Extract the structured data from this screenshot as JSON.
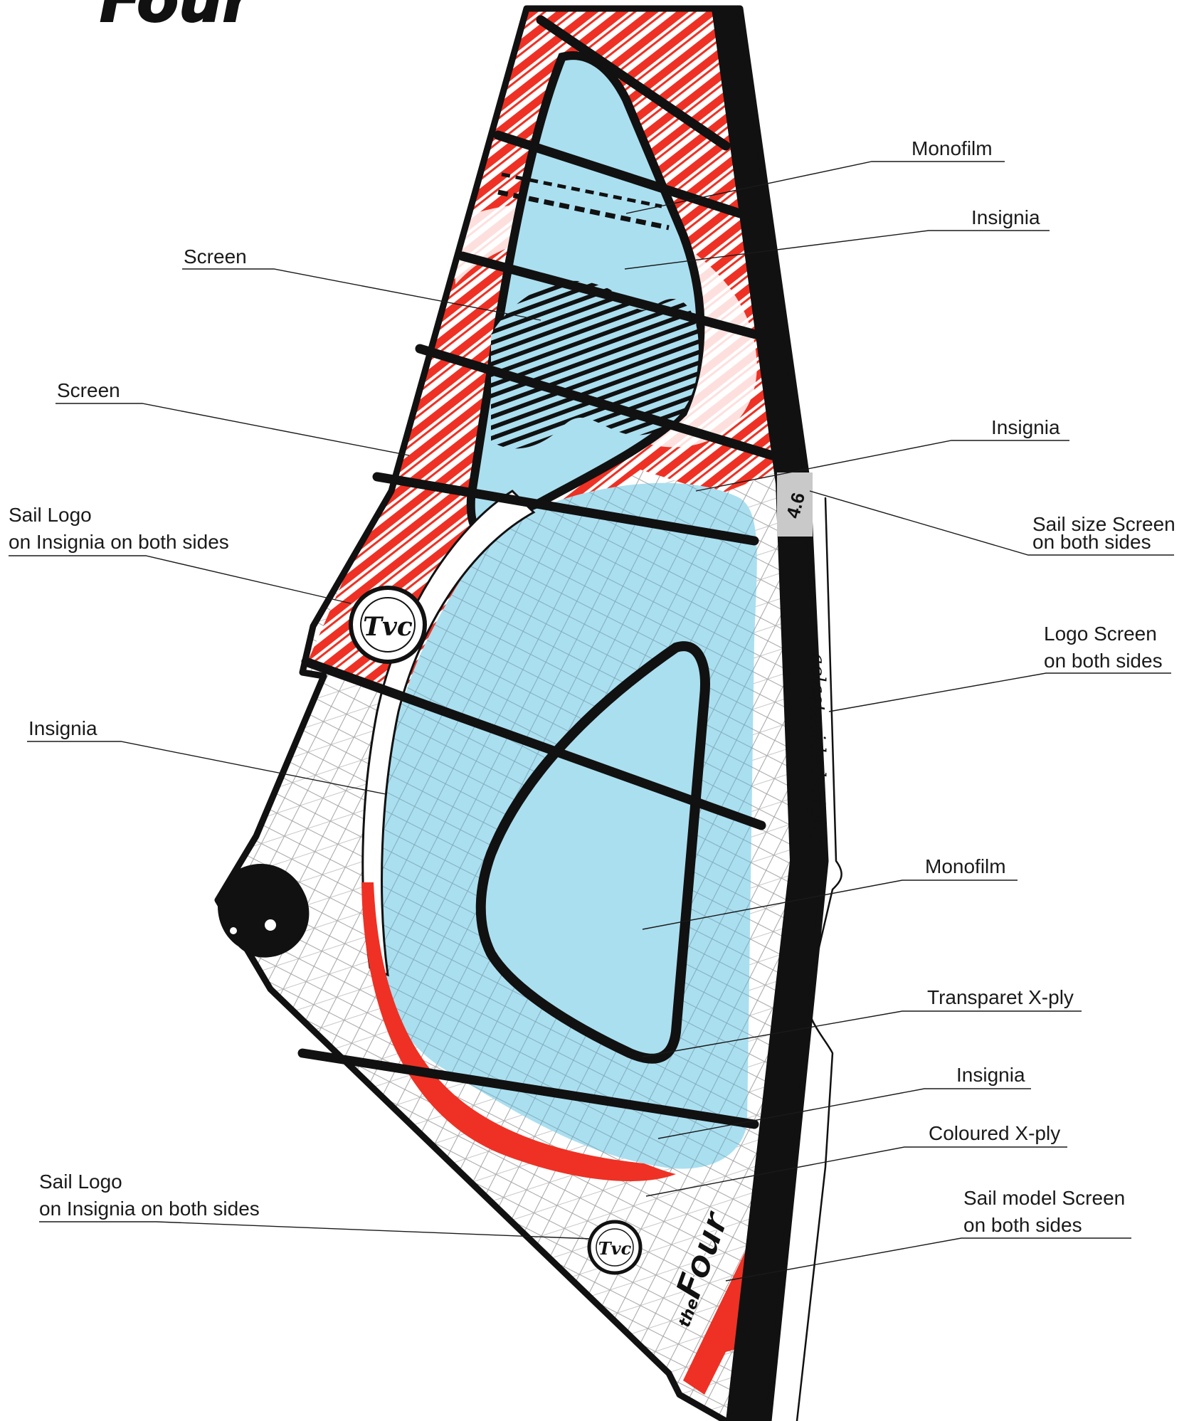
{
  "logo": {
    "text": "Four"
  },
  "sail": {
    "size_label": "4.6",
    "model_label_small": "the",
    "model_label_big": "Four",
    "badge_text": "Tvc",
    "signature_text": "aclastcsidedesigns"
  },
  "colors": {
    "red": "#ee3124",
    "light_blue": "#aadff0",
    "black": "#111111",
    "size_box": "#c9c9c9"
  },
  "callouts": [
    {
      "id": "monofilm-top",
      "lines": [
        "Monofilm"
      ]
    },
    {
      "id": "insignia-top",
      "lines": [
        "Insignia"
      ]
    },
    {
      "id": "screen-upper",
      "lines": [
        "Screen"
      ]
    },
    {
      "id": "screen-lower",
      "lines": [
        "Screen"
      ]
    },
    {
      "id": "insignia-mid",
      "lines": [
        "Insignia"
      ]
    },
    {
      "id": "sail-size-screen",
      "lines": [
        "Sail size Screen",
        "on both sides"
      ]
    },
    {
      "id": "sail-logo-upper",
      "lines": [
        "Sail Logo",
        "on Insignia on both sides"
      ]
    },
    {
      "id": "logo-screen",
      "lines": [
        "Logo Screen",
        "on both sides"
      ]
    },
    {
      "id": "insignia-left",
      "lines": [
        "Insignia"
      ]
    },
    {
      "id": "monofilm-bottom",
      "lines": [
        "Monofilm"
      ]
    },
    {
      "id": "transparent-xply",
      "lines": [
        "Transparet X-ply"
      ]
    },
    {
      "id": "insignia-bottom",
      "lines": [
        "Insignia"
      ]
    },
    {
      "id": "coloured-xply",
      "lines": [
        "Coloured X-ply"
      ]
    },
    {
      "id": "sail-logo-lower",
      "lines": [
        "Sail Logo",
        "on Insignia on both sides"
      ]
    },
    {
      "id": "sail-model-screen",
      "lines": [
        "Sail model Screen",
        "on both sides"
      ]
    }
  ]
}
